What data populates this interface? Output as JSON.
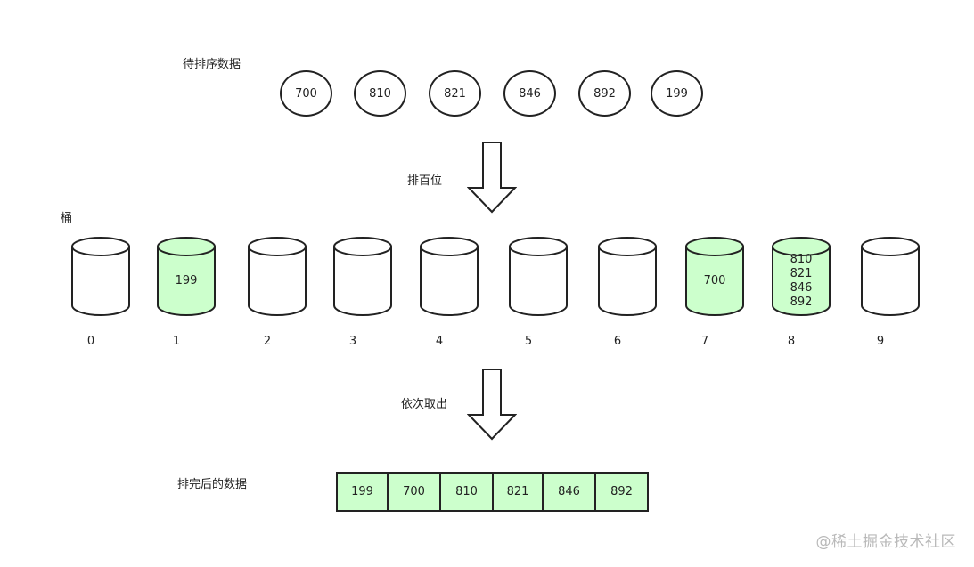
{
  "labels": {
    "unsorted": "待排序数据",
    "sort_hundreds": "排百位",
    "bucket": "桶",
    "take_out": "依次取出",
    "sorted": "排完后的数据"
  },
  "unsorted_values": [
    "700",
    "810",
    "821",
    "846",
    "892",
    "199"
  ],
  "buckets": [
    {
      "index": "0",
      "values": [],
      "filled": false
    },
    {
      "index": "1",
      "values": [
        "199"
      ],
      "filled": true
    },
    {
      "index": "2",
      "values": [],
      "filled": false
    },
    {
      "index": "3",
      "values": [],
      "filled": false
    },
    {
      "index": "4",
      "values": [],
      "filled": false
    },
    {
      "index": "5",
      "values": [],
      "filled": false
    },
    {
      "index": "6",
      "values": [],
      "filled": false
    },
    {
      "index": "7",
      "values": [
        "700"
      ],
      "filled": true
    },
    {
      "index": "8",
      "values": [
        "810",
        "821",
        "846",
        "892"
      ],
      "filled": true
    },
    {
      "index": "9",
      "values": [],
      "filled": false
    }
  ],
  "sorted_values": [
    "199",
    "700",
    "810",
    "821",
    "846",
    "892"
  ],
  "colors": {
    "fill": "#ccffcc",
    "stroke": "#222222"
  },
  "watermark": "@稀土掘金技术社区"
}
